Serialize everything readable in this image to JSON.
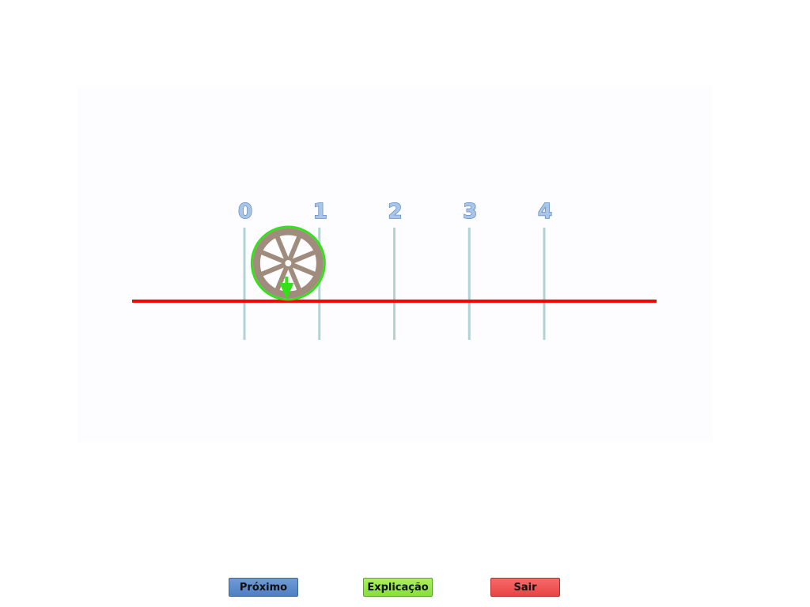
{
  "number_line": {
    "ticks": [
      "0",
      "1",
      "2",
      "3",
      "4"
    ],
    "line_color": "#ff0000",
    "tick_color": "#b2d3d6",
    "wheel_position": 0.5,
    "wheel_ring_color": "#33e01a",
    "wheel_color": "#a08c7d",
    "arrow_color": "#33e01a"
  },
  "buttons": {
    "next_label": "Próximo",
    "explain_label": "Explicação",
    "exit_label": "Sair"
  }
}
